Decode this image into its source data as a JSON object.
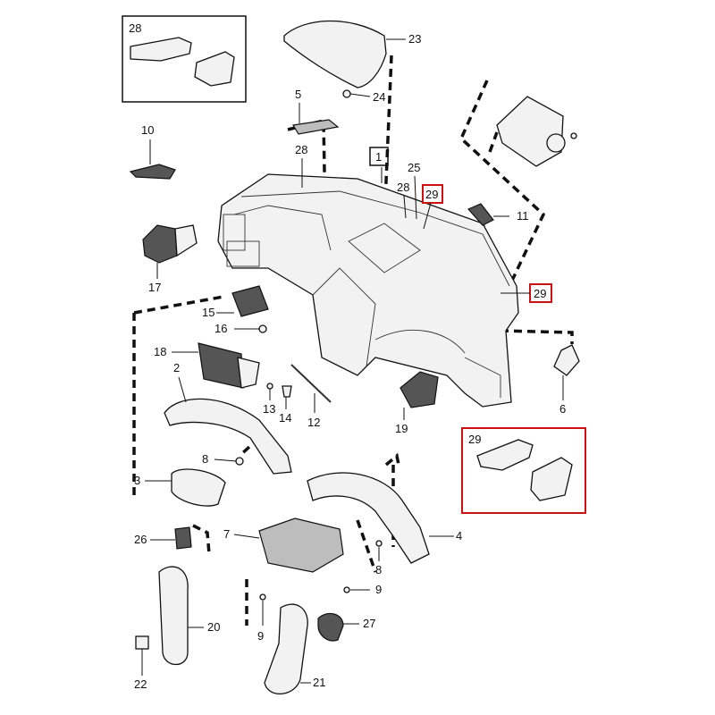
{
  "callouts": {
    "c1": "1",
    "c2": "2",
    "c3": "3",
    "c4": "4",
    "c5": "5",
    "c6": "6",
    "c7": "7",
    "c8a": "8",
    "c8b": "8",
    "c9a": "9",
    "c9b": "9",
    "c10": "10",
    "c11": "11",
    "c12": "12",
    "c13": "13",
    "c14": "14",
    "c15": "15",
    "c16": "16",
    "c17": "17",
    "c18": "18",
    "c19": "19",
    "c20": "20",
    "c21": "21",
    "c22": "22",
    "c23": "23",
    "c24": "24",
    "c25": "25",
    "c26": "26",
    "c27": "27",
    "c28a": "28",
    "c28b": "28",
    "c28box": "28",
    "c29a": "29",
    "c29b": "29",
    "c29box": "29"
  },
  "highlight_color": "#cc1111"
}
